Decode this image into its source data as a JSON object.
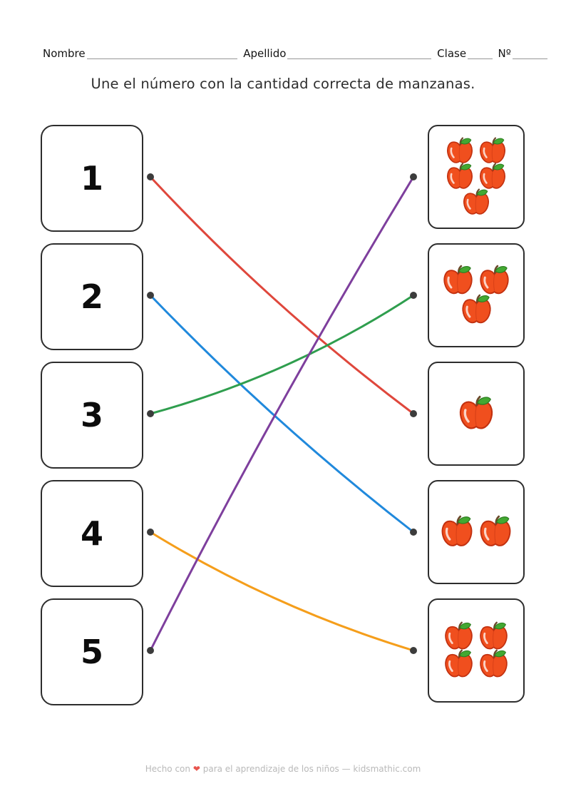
{
  "header": {
    "name_label": "Nombre",
    "surname_label": "Apellido",
    "class_label": "Clase",
    "number_label": "Nº"
  },
  "title": "Une el número con la cantidad correcta de manzanas.",
  "matching": {
    "left_numbers": [
      "1",
      "2",
      "3",
      "4",
      "5"
    ],
    "right_apple_counts": [
      5,
      3,
      1,
      2,
      4
    ],
    "connections": [
      {
        "from_number": "1",
        "from": 0,
        "to": 2,
        "color": "#df473c",
        "bend": 22
      },
      {
        "from_number": "2",
        "from": 1,
        "to": 3,
        "color": "#2089dc",
        "bend": 18
      },
      {
        "from_number": "3",
        "from": 2,
        "to": 1,
        "color": "#2f9e4e",
        "bend": 32
      },
      {
        "from_number": "4",
        "from": 3,
        "to": 4,
        "color": "#f59e1b",
        "bend": 26
      },
      {
        "from_number": "5",
        "from": 4,
        "to": 0,
        "color": "#7e3f9d",
        "bend": -15
      }
    ],
    "dot_color": "#3c3c3c"
  },
  "apple_style": {
    "body": "#f04f1e",
    "outline": "#c23110",
    "leaf": "#43a832",
    "leaf_outline": "#2c7d20",
    "stem": "#6b4a2b",
    "highlight": "#ffffff"
  },
  "footer": {
    "prefix": "Hecho con",
    "heart": "❤",
    "suffix": "para el aprendizaje de los niños — kidsmathic.com",
    "heart_color": "#e8554e"
  }
}
